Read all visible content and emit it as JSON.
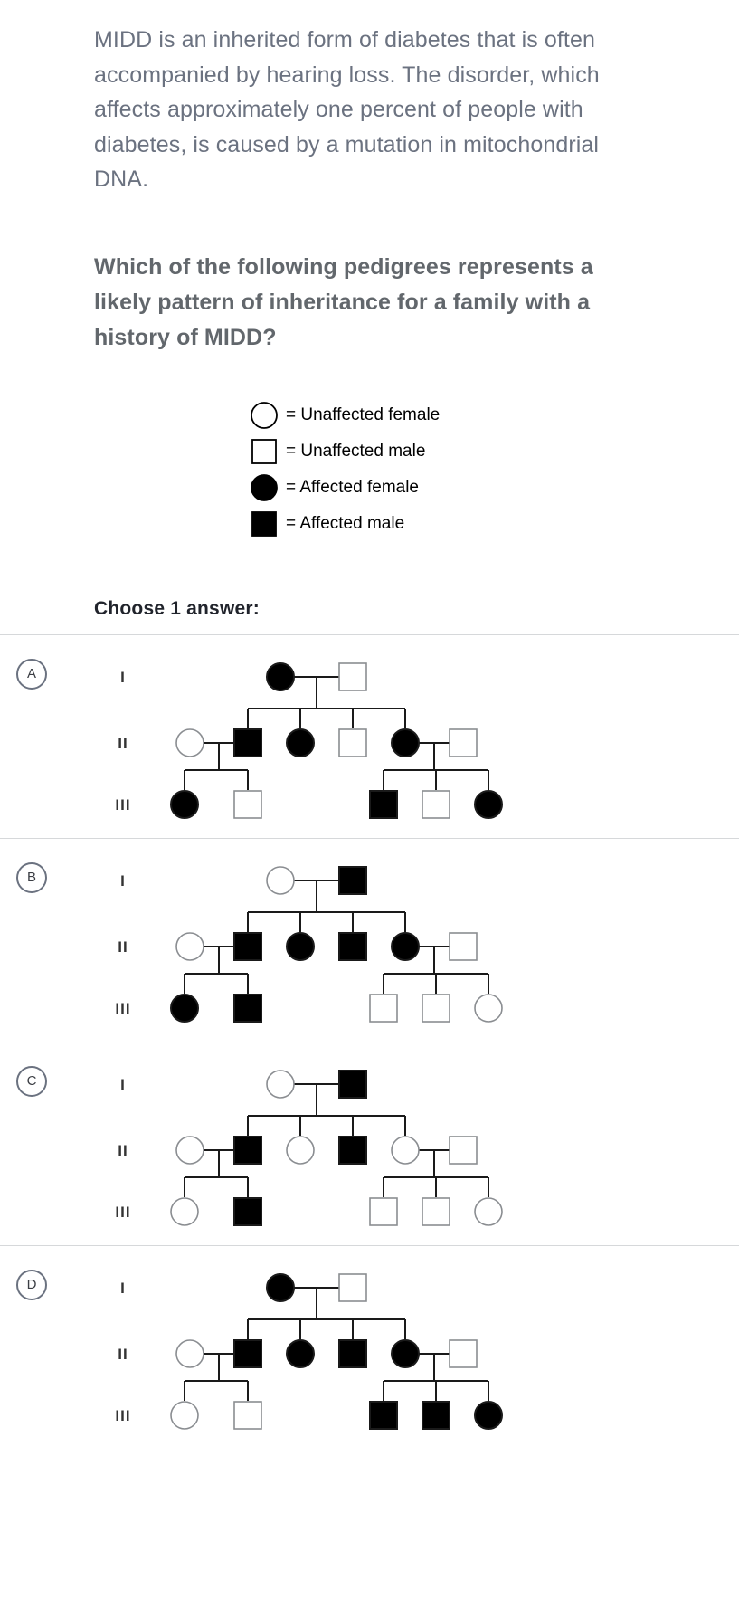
{
  "stem": "MIDD is an inherited form of diabetes that is often accompanied by hearing loss. The disorder, which affects approximately one percent of people with diabetes, is caused by a mutation in mitochondrial DNA.",
  "prompt": "Which of the following pedigrees represents a likely pattern of inheritance for a family with a history of MIDD?",
  "legend": [
    {
      "symbol": "unaffected-female-circle",
      "shape": "circle",
      "filled": false,
      "text": "= Unaffected female"
    },
    {
      "symbol": "unaffected-male-square",
      "shape": "square",
      "filled": false,
      "text": "= Unaffected male"
    },
    {
      "symbol": "affected-female-circle",
      "shape": "circle",
      "filled": true,
      "text": "= Affected female"
    },
    {
      "symbol": "affected-male-square",
      "shape": "square",
      "filled": true,
      "text": "= Affected male"
    }
  ],
  "choose_label": "Choose 1 answer:",
  "generation_labels": {
    "one": "I",
    "two": "II",
    "three": "III"
  },
  "colors": {
    "affected_fill": "#000000",
    "unaffected_fill": "#ffffff",
    "stroke_dark": "#1a1a1a",
    "stroke_light": "#8a8d91",
    "text_gray": "#6b7280",
    "divider": "#d6d8da"
  },
  "options": [
    {
      "letter": "A",
      "gen1": [
        {
          "name": "A-I-1",
          "shape": "circle",
          "affected": true
        },
        {
          "name": "A-I-2",
          "shape": "square",
          "affected": false
        }
      ],
      "gen2": [
        {
          "name": "A-II-1",
          "shape": "circle",
          "affected": false
        },
        {
          "name": "A-II-2",
          "shape": "square",
          "affected": true
        },
        {
          "name": "A-II-3",
          "shape": "circle",
          "affected": true
        },
        {
          "name": "A-II-4",
          "shape": "square",
          "affected": false
        },
        {
          "name": "A-II-5",
          "shape": "circle",
          "affected": true
        },
        {
          "name": "A-II-6",
          "shape": "square",
          "affected": false
        }
      ],
      "gen3_left": [
        {
          "name": "A-III-1",
          "shape": "circle",
          "affected": true
        },
        {
          "name": "A-III-2",
          "shape": "square",
          "affected": false
        }
      ],
      "gen3_right": [
        {
          "name": "A-III-3",
          "shape": "square",
          "affected": true
        },
        {
          "name": "A-III-4",
          "shape": "square",
          "affected": false
        },
        {
          "name": "A-III-5",
          "shape": "circle",
          "affected": true
        }
      ]
    },
    {
      "letter": "B",
      "gen1": [
        {
          "name": "B-I-1",
          "shape": "circle",
          "affected": false
        },
        {
          "name": "B-I-2",
          "shape": "square",
          "affected": true
        }
      ],
      "gen2": [
        {
          "name": "B-II-1",
          "shape": "circle",
          "affected": false
        },
        {
          "name": "B-II-2",
          "shape": "square",
          "affected": true
        },
        {
          "name": "B-II-3",
          "shape": "circle",
          "affected": true
        },
        {
          "name": "B-II-4",
          "shape": "square",
          "affected": true
        },
        {
          "name": "B-II-5",
          "shape": "circle",
          "affected": true
        },
        {
          "name": "B-II-6",
          "shape": "square",
          "affected": false
        }
      ],
      "gen3_left": [
        {
          "name": "B-III-1",
          "shape": "circle",
          "affected": true
        },
        {
          "name": "B-III-2",
          "shape": "square",
          "affected": true
        }
      ],
      "gen3_right": [
        {
          "name": "B-III-3",
          "shape": "square",
          "affected": false
        },
        {
          "name": "B-III-4",
          "shape": "square",
          "affected": false
        },
        {
          "name": "B-III-5",
          "shape": "circle",
          "affected": false
        }
      ]
    },
    {
      "letter": "C",
      "gen1": [
        {
          "name": "C-I-1",
          "shape": "circle",
          "affected": false
        },
        {
          "name": "C-I-2",
          "shape": "square",
          "affected": true
        }
      ],
      "gen2": [
        {
          "name": "C-II-1",
          "shape": "circle",
          "affected": false
        },
        {
          "name": "C-II-2",
          "shape": "square",
          "affected": true
        },
        {
          "name": "C-II-3",
          "shape": "circle",
          "affected": false
        },
        {
          "name": "C-II-4",
          "shape": "square",
          "affected": true
        },
        {
          "name": "C-II-5",
          "shape": "circle",
          "affected": false
        },
        {
          "name": "C-II-6",
          "shape": "square",
          "affected": false
        }
      ],
      "gen3_left": [
        {
          "name": "C-III-1",
          "shape": "circle",
          "affected": false
        },
        {
          "name": "C-III-2",
          "shape": "square",
          "affected": true
        }
      ],
      "gen3_right": [
        {
          "name": "C-III-3",
          "shape": "square",
          "affected": false
        },
        {
          "name": "C-III-4",
          "shape": "square",
          "affected": false
        },
        {
          "name": "C-III-5",
          "shape": "circle",
          "affected": false
        }
      ]
    },
    {
      "letter": "D",
      "gen1": [
        {
          "name": "D-I-1",
          "shape": "circle",
          "affected": true
        },
        {
          "name": "D-I-2",
          "shape": "square",
          "affected": false
        }
      ],
      "gen2": [
        {
          "name": "D-II-1",
          "shape": "circle",
          "affected": false
        },
        {
          "name": "D-II-2",
          "shape": "square",
          "affected": true
        },
        {
          "name": "D-II-3",
          "shape": "circle",
          "affected": true
        },
        {
          "name": "D-II-4",
          "shape": "square",
          "affected": true
        },
        {
          "name": "D-II-5",
          "shape": "circle",
          "affected": true
        },
        {
          "name": "D-II-6",
          "shape": "square",
          "affected": false
        }
      ],
      "gen3_left": [
        {
          "name": "D-III-1",
          "shape": "circle",
          "affected": false
        },
        {
          "name": "D-III-2",
          "shape": "square",
          "affected": false
        }
      ],
      "gen3_right": [
        {
          "name": "D-III-3",
          "shape": "square",
          "affected": true
        },
        {
          "name": "D-III-4",
          "shape": "square",
          "affected": true
        },
        {
          "name": "D-III-5",
          "shape": "circle",
          "affected": true
        }
      ]
    }
  ]
}
